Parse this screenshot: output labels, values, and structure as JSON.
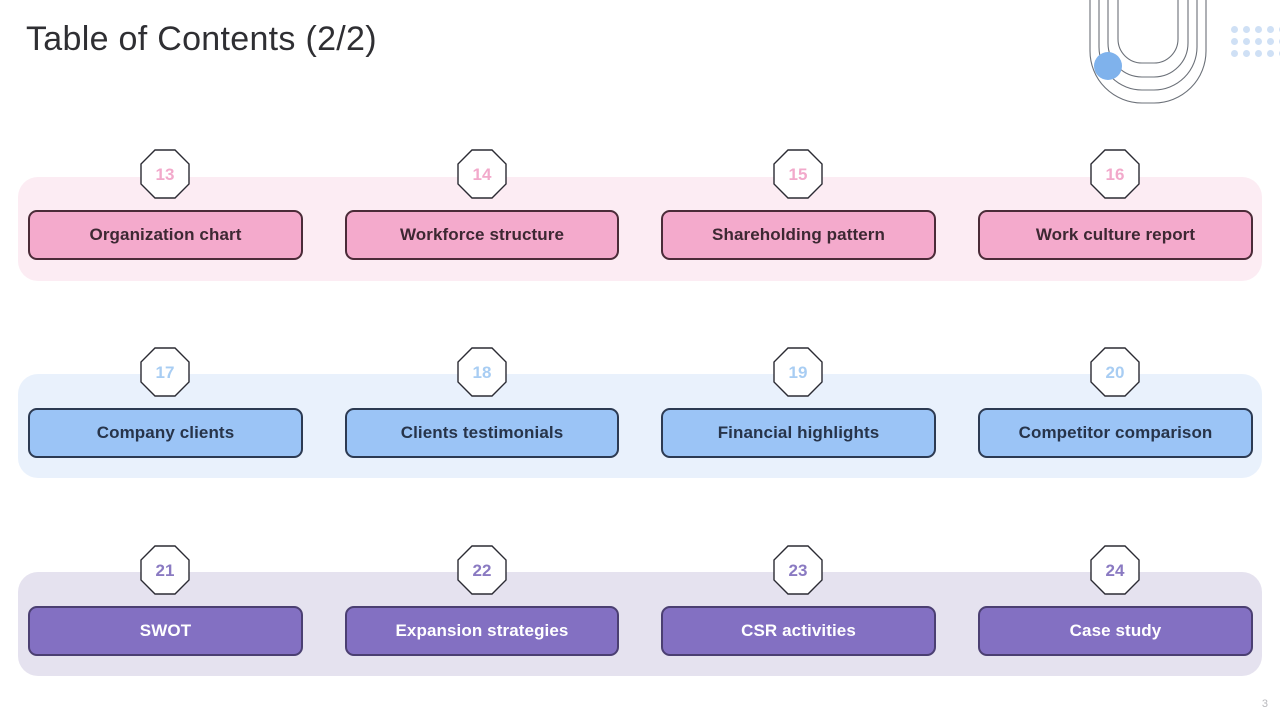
{
  "slide": {
    "title": "Table of Contents  (2/2)",
    "page_number": "3",
    "background": "#ffffff"
  },
  "decoration": {
    "arch_icon": "concentric-arch-lines",
    "circle_icon": "blue-circle",
    "dots_icon": "dot-grid",
    "arch_color": "#555a63",
    "circle_color": "#7fb2ec",
    "dot_color": "#cfe0f5",
    "dot_rows": 3,
    "dot_cols": 5
  },
  "rows": [
    {
      "band_color": "#fcecf3",
      "pill_color": "#f4aacc",
      "pill_border": "#4b2b38",
      "pill_text_color": "#3d2833",
      "number_color": "#f2a9cb",
      "theme": "pink",
      "items": [
        {
          "number": "13",
          "label": "Organization chart"
        },
        {
          "number": "14",
          "label": "Workforce structure"
        },
        {
          "number": "15",
          "label": "Shareholding pattern"
        },
        {
          "number": "16",
          "label": "Work culture report"
        }
      ]
    },
    {
      "band_color": "#e9f1fc",
      "pill_color": "#9bc4f6",
      "pill_border": "#2c3a52",
      "pill_text_color": "#27344a",
      "number_color": "#a8cdf3",
      "theme": "blue",
      "items": [
        {
          "number": "17",
          "label": "Company clients"
        },
        {
          "number": "18",
          "label": "Clients testimonials"
        },
        {
          "number": "19",
          "label": "Financial highlights"
        },
        {
          "number": "20",
          "label": "Competitor comparison"
        }
      ]
    },
    {
      "band_color": "#e5e2ef",
      "pill_color": "#8370c2",
      "pill_border": "#4b3f72",
      "pill_text_color": "#ffffff",
      "number_color": "#8a7ac2",
      "theme": "purple",
      "items": [
        {
          "number": "21",
          "label": "SWOT"
        },
        {
          "number": "22",
          "label": "Expansion strategies"
        },
        {
          "number": "23",
          "label": "CSR activities"
        },
        {
          "number": "24",
          "label": "Case study"
        }
      ]
    }
  ]
}
